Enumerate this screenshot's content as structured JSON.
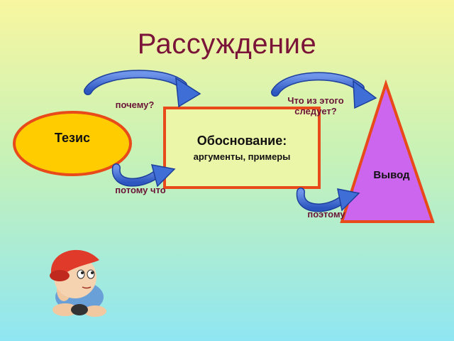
{
  "title": "Рассуждение",
  "thesis": {
    "label": "Тезис"
  },
  "justification": {
    "title": "Обоснование:",
    "subtitle": "аргументы, примеры"
  },
  "conclusion": {
    "label": "Вывод"
  },
  "connectors": {
    "why": "почему?",
    "because": "потому что",
    "what_follows_line1": "Что из этого",
    "what_follows_line2": "следует?",
    "therefore": "поэтому"
  },
  "colors": {
    "thesis_fill": "#ffcc00",
    "box_fill": "#ecf6a8",
    "conclusion_fill": "#cc66ee",
    "outline": "#e84a1a",
    "arrow_blue": "#3f6fd6"
  },
  "illustration": "cartoon-boy-thinking"
}
